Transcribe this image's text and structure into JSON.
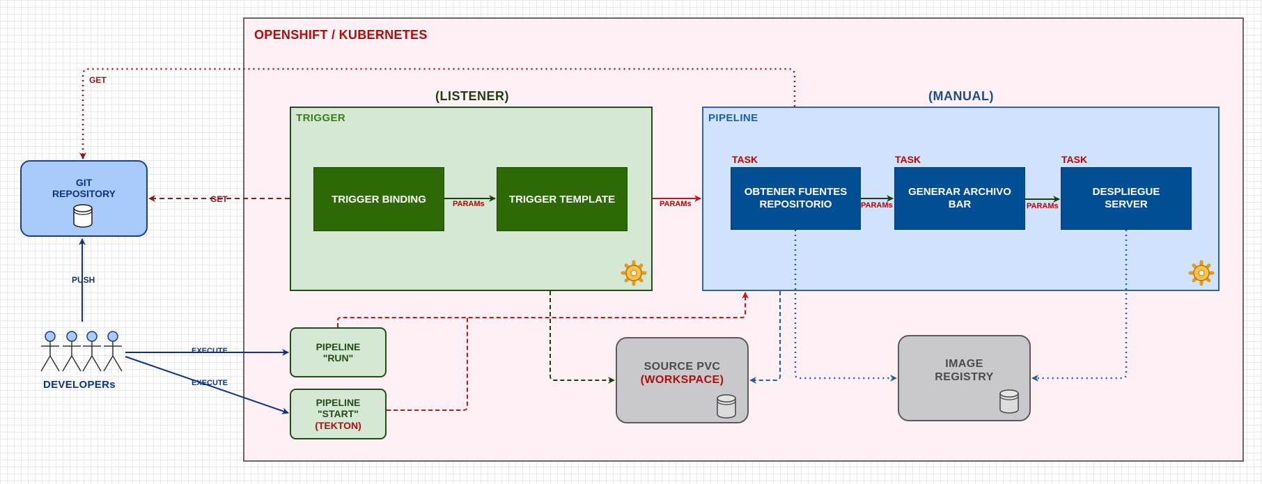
{
  "openshift_title": "OPENSHIFT / KUBERNETES",
  "listener_label": "(LISTENER)",
  "manual_label": "(MANUAL)",
  "trigger": {
    "title": "TRIGGER",
    "binding": "TRIGGER BINDING",
    "template": "TRIGGER TEMPLATE"
  },
  "pipeline": {
    "title": "PIPELINE",
    "tasks": [
      {
        "tag": "TASK",
        "line1": "OBTENER FUENTES",
        "line2": "REPOSITORIO"
      },
      {
        "tag": "TASK",
        "line1": "GENERAR ARCHIVO",
        "line2": "BAR"
      },
      {
        "tag": "TASK",
        "line1": "DESPLIEGUE",
        "line2": "SERVER"
      }
    ]
  },
  "params_label": "PARAMs",
  "git_repo": {
    "line1": "GIT",
    "line2": "REPOSITORY"
  },
  "edges": {
    "get": "GET",
    "push": "PUSH",
    "execute": "EXECUTE"
  },
  "developers_label": "DEVELOPERs",
  "pipeline_run": {
    "line1": "PIPELINE",
    "line2": "\"RUN\""
  },
  "pipeline_start": {
    "line1": "PIPELINE",
    "line2": "\"START\"",
    "line3": "(TEKTON)"
  },
  "source_pvc": {
    "line1": "SOURCE PVC",
    "line2": "(WORKSPACE)"
  },
  "image_registry": {
    "line1": "IMAGE",
    "line2": "REGISTRY"
  },
  "colors": {
    "openshift_bg": "#fff0f5",
    "trigger_bg": "#d5e8d4",
    "pipeline_bg": "#d1e3fc",
    "green_task": "#2d6a05",
    "blue_task": "#024e94",
    "red_accent": "#c00000",
    "git_bg": "#a9cbfb",
    "gray_box": "#c9c9cb"
  }
}
